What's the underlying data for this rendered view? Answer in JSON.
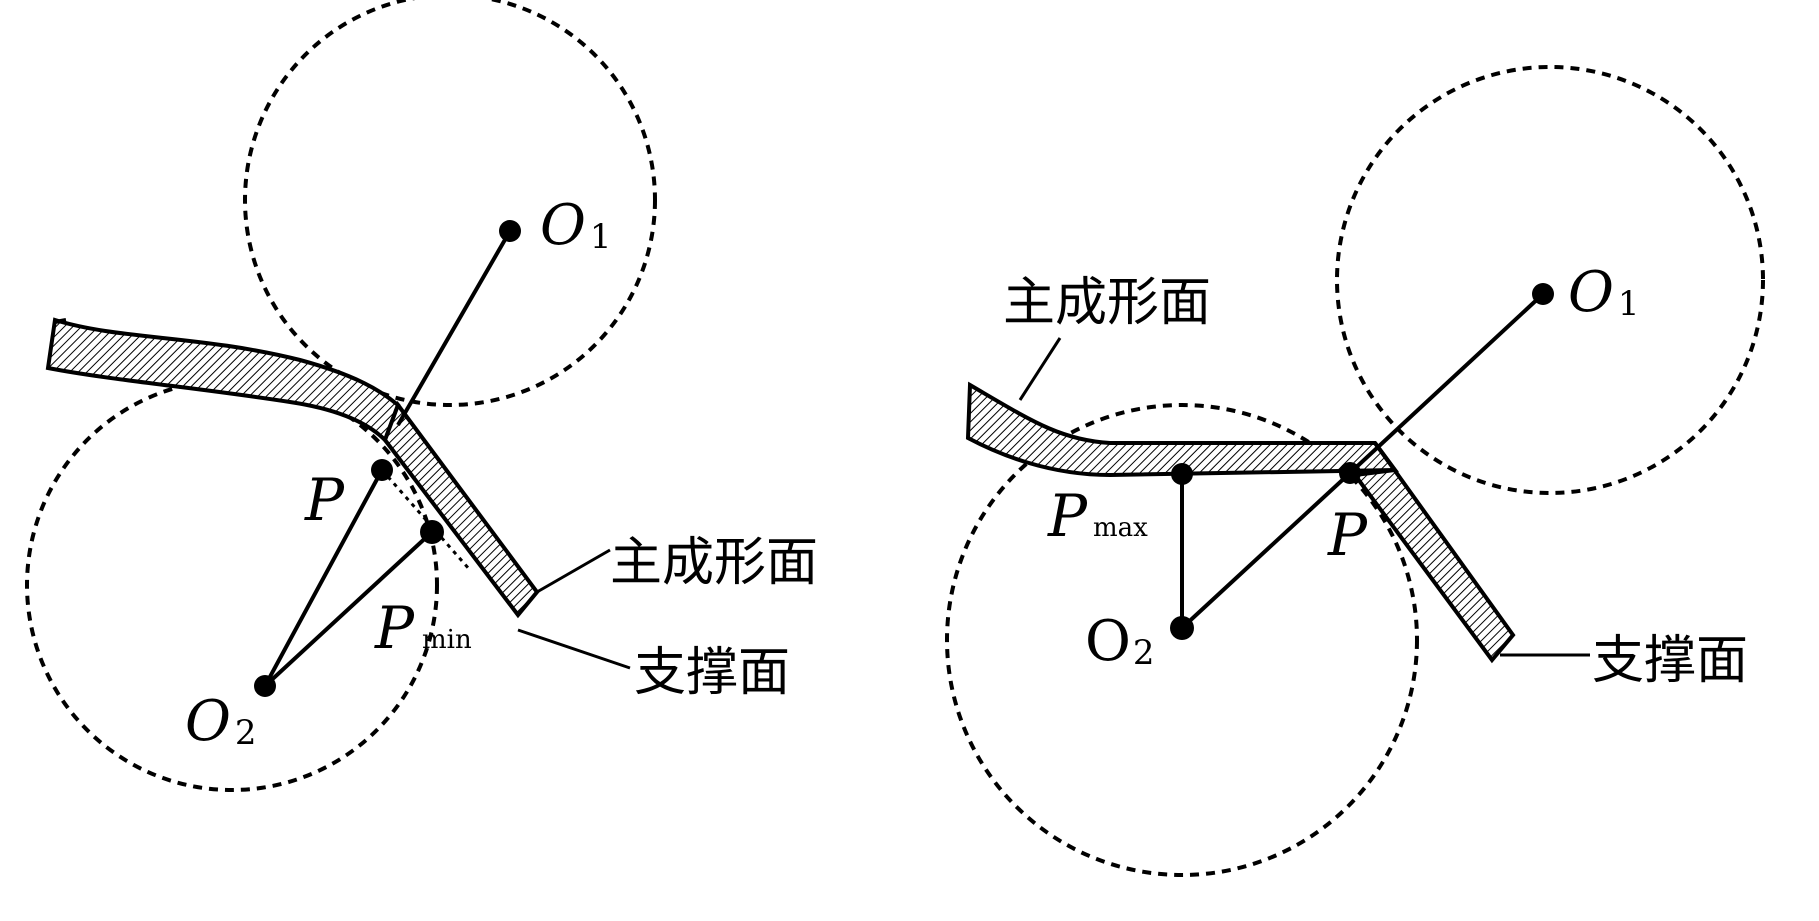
{
  "labels": {
    "o1": "O",
    "o1_sub": "1",
    "o2": "O",
    "o2_sub": "2",
    "p": "P",
    "pmin": "P",
    "pmin_sub": "min",
    "pmax": "P",
    "pmax_sub": "max",
    "o2_upright": "O",
    "main_surface": "主成形面",
    "support_surface": "支撑面"
  },
  "colors": {
    "ink": "#000000",
    "background": "#ffffff"
  }
}
